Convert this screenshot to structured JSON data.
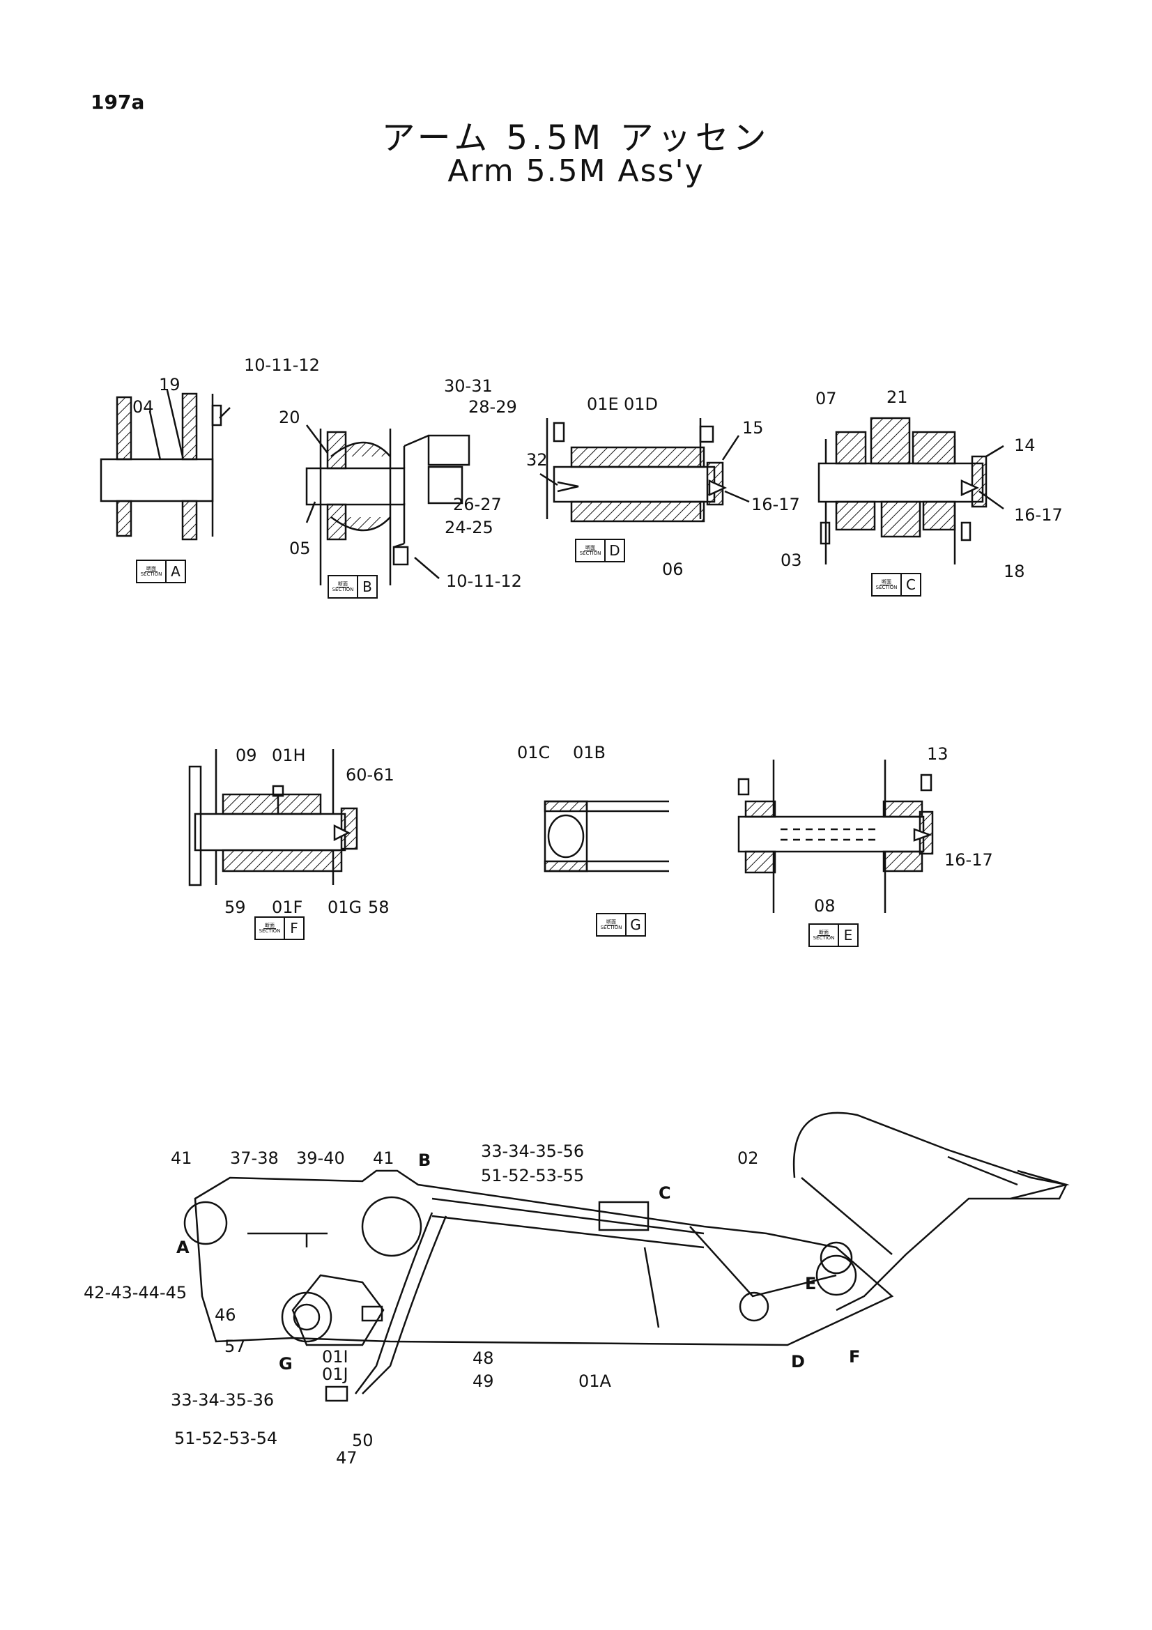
{
  "page_number": "197a",
  "title_jp": "アーム 5.5M アッセン",
  "title_en": "Arm 5.5M Ass'y",
  "section_label": "SECTION",
  "section_label_jp": "断面",
  "sections": {
    "A": "A",
    "B": "B",
    "C": "C",
    "D": "D",
    "E": "E",
    "F": "F",
    "G": "G"
  },
  "labels": {
    "a_10_11_12": "10-11-12",
    "a_19": "19",
    "a_04": "04",
    "b_20": "20",
    "b_30_31": "30-31",
    "b_28_29": "28-29",
    "b_05": "05",
    "b_26_27": "26-27",
    "b_24_25": "24-25",
    "b_10_11_12": "10-11-12",
    "d_01E": "01E",
    "d_01D": "01D",
    "d_15": "15",
    "d_32": "32",
    "d_16_17": "16-17",
    "d_06": "06",
    "c_07": "07",
    "c_21": "21",
    "c_14": "14",
    "c_16_17": "16-17",
    "c_03": "03",
    "c_18": "18",
    "f_09": "09",
    "f_01H": "01H",
    "f_60_61": "60-61",
    "f_59": "59",
    "f_01F": "01F",
    "f_01G": "01G",
    "f_58": "58",
    "g_01C": "01C",
    "g_01B": "01B",
    "e_13": "13",
    "e_16_17": "16-17",
    "e_08": "08",
    "m_41a": "41",
    "m_37_38": "37-38",
    "m_39_40": "39-40",
    "m_41b": "41",
    "m_33_34_35_56": "33-34-35-56",
    "m_51_52_53_55": "51-52-53-55",
    "m_02": "02",
    "m_42_43_44_45": "42-43-44-45",
    "m_46": "46",
    "m_57": "57",
    "m_01I": "01I",
    "m_01J": "01J",
    "m_48": "48",
    "m_49": "49",
    "m_01A": "01A",
    "m_33_34_35_36": "33-34-35-36",
    "m_51_52_53_54": "51-52-53-54",
    "m_50": "50",
    "m_47": "47"
  },
  "view_markers": [
    "A",
    "B",
    "C",
    "D",
    "E",
    "F",
    "G"
  ]
}
